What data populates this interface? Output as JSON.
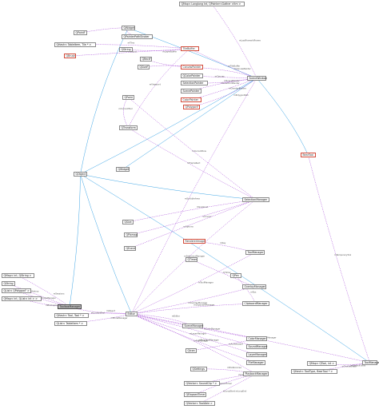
{
  "diagram": {
    "nodes": {
      "qmap_long_long": "QMap< Longlong Int, QPointer<Gather >Itm >",
      "qpointf_a": "QPointF",
      "qwidget": "QWidget",
      "qpainter_path_stroker": "QPainterPathStroker",
      "qhash_textures": "QHash< TableItem, Tile * >",
      "qbrush": "QBrush",
      "qstring_a": "QString",
      "tileset_buffer": "TileBuffer",
      "qobject": "QObject",
      "qwidget_b": "QWidget",
      "layer_buffer": "LayerBuffer",
      "canvas_painter": "CanvasPainter",
      "qrecting": "QRectF",
      "qcolor_painter": "QColorPainter",
      "qsize_f": "QSizeF",
      "qpoint_a": "QPoint",
      "qtransform": "QTransform",
      "selection_painter": "SelectionPainter",
      "scene_painter": "ScenePainter",
      "color_painter": "ColorPainter",
      "qpoint_scene": "QPointF",
      "qpolygon": "QPolygonF",
      "qlist_transforms": "QList< QTransform >",
      "beartool": "BearTool",
      "qrect_viewport": "QRect",
      "qcursor": "QCursor",
      "qline": "QLineF",
      "qlist_scale": "QList< ScaleItem * >",
      "scene_window": "SceneWindow",
      "qevent": "QEvent",
      "qlist_int": "QList< int >",
      "selection_manager": "SelectionManager",
      "qsize": "QSize",
      "qpixmap": "QPixmap",
      "qevent_b": "QEvent",
      "renderer_image": "RendererImage",
      "qtimer": "QTimer",
      "qpen": "QPen",
      "tool_manager": "ToolManager",
      "qmap_qstring": "QMap< int, QString >",
      "qstring_b": "QString",
      "qlist_polygons": "QList< QPolygonF >",
      "qmap_int_list": "QMap< int, QList< int > >",
      "toolbox_manager": "ToolboxManager",
      "qhash_tool": "QHash< Tool, Tool * >",
      "qlist_tools": "QList< TableItem * >",
      "overlay_manager": "OverlayManager",
      "clipboard_manager": "ClipboardManager",
      "editor": "Editor",
      "qhash_sessions": "QHash< QString, QVariant >",
      "qlist_int_b": "QList< int >",
      "qlist_scalar": "QList< ScalarItem * >",
      "qhash_tool_buttons": "QHash< QTempElement, QToolButton * >",
      "qvector_qpoint": "QVector< QPoint >",
      "scene_manager": "SceneManager",
      "qhash_tool_b": "QHash< QPointer< Tool * >, QVariant >",
      "qicon": "QIcon",
      "qlist_history": "QList< ImageData >",
      "color_manager": "ColorManager",
      "sound_manager": "SoundManager",
      "layer_manager": "LayerManager",
      "file_manager": "FileManager",
      "qlist_tools_b": "QList< ToolItem * >",
      "qvector_objects": "QVector< int, Object * >",
      "qlist_objects": "QList< QString * >",
      "tool_manager_b": "ToolManager",
      "qsettings": "QSettings",
      "qmap_tool": "QMap< QTool, int >",
      "qhash_beartool": "QHash< ToolType, BearTool * >",
      "playback_manager": "PlaybackManager",
      "qvector_sound": "QVector< SoundClip * >",
      "qelapsed_timer": "QElapsedTimer",
      "qvector_tool": "QVector< ToolAble >"
    },
    "labels": {
      "e_current_row": "mCurrentRow",
      "e_root": "mRoot",
      "e_tile_buffer": "mTileBuffer",
      "e_tiles": "mTiles",
      "e_options": "mOptions",
      "e_viewport": "mViewport",
      "e_canvas": "mCanvas",
      "e_layer_buffer": "mLayerBuffer",
      "e_canvas_painter": "mCanvasPainter",
      "e_selection_painter": "mSelectionPainter",
      "e_overlay_painter": "mOverlayPainter",
      "e_scene_painter": "mScenePainter",
      "e_current_tool": "mCurrentTool",
      "e_polygon_path": "mPolygonPath",
      "e_frame_rect": "mFrameRect",
      "e_scale_list": "mScaleList",
      "e_selection_manager": "mSelectionManager",
      "e_cursor": "mCursor",
      "e_editor": "mEditor",
      "e_view_manager": "mViewManager",
      "e_overlay_manager": "mOverlayManager",
      "e_clipboard_manager": "mClipboardManager",
      "e_tool_manager": "mToolManager",
      "e_color_manager": "mColorManager",
      "e_sound_manager": "mSoundManager",
      "e_layer_manager": "mLayerManager",
      "e_file_manager": "mFileManager",
      "e_playback_manager": "mPlaybackManager",
      "e_current_tool_b": "mCurrentTool",
      "e_default_tools": "mDefaultTools",
      "e_temp_tool": "mTemporaryTool",
      "e_scribble_area": "mScribbleArea",
      "e_sound_clips": "mListOfActiveSoundFrames",
      "e_timer": "mTimer",
      "e_elapsed": "mElapsedTimer",
      "e_sessions": "mSessions",
      "e_history": "mHistory",
      "e_preferences": "mPreferences",
      "e_tool_set": "mToolSetHash",
      "e_strokes": "mStrokeManager",
      "e_object": "mObject",
      "e_backup": "mBackupList",
      "e_mode": "mModeManager",
      "e_key": "mKey",
      "e_loop": "mLoopStart\nmLoopEnd",
      "e_fps": "mFps",
      "e_active": "mActiveLayer",
      "e_last": "mLastFrameAtFrame"
    }
  }
}
